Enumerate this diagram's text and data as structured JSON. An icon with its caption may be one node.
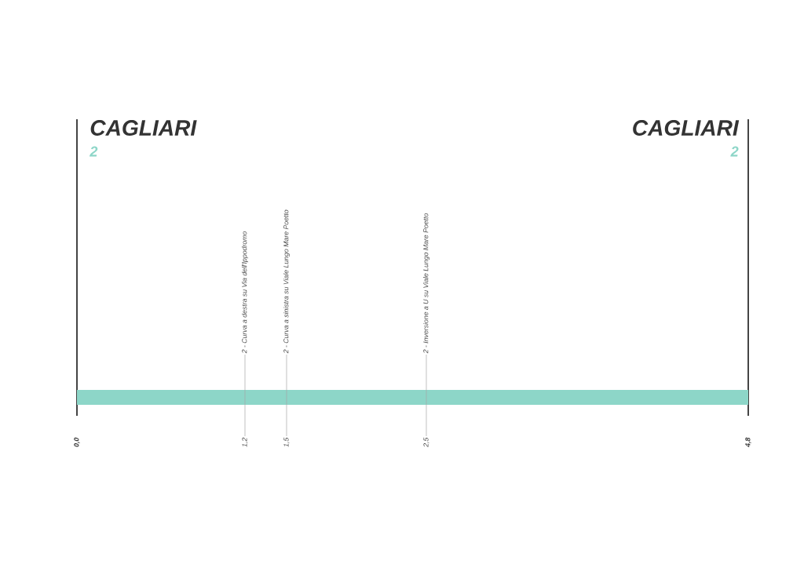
{
  "diagram": {
    "nodes": [
      {
        "text": [
          "2 - Curva a destra su Via dell'Ippodromo"
        ]
      },
      {
        "text": [
          "2 - Curva a sinistra su Viale Lungo Mare Poetto"
        ]
      },
      {
        "text": [
          "2 - Inversione a U su Viale Lungo Mare Poetto"
        ]
      },
      {
        "text": [
          "1,2"
        ]
      },
      {
        "text": [
          "1,5"
        ]
      },
      {
        "text": [
          "2,5"
        ]
      },
      {
        "text": [],
        "shape": "bar"
      }
    ],
    "edges": [
      {
        "from": 0,
        "to": 3,
        "arrow": "none"
      },
      {
        "from": 1,
        "to": 4,
        "arrow": "none"
      },
      {
        "from": 2,
        "to": 5,
        "arrow": "none"
      }
    ],
    "labels": [
      "CAGLIARI",
      "2",
      "CAGLIARI",
      "2",
      "0,0",
      "4,8"
    ]
  }
}
